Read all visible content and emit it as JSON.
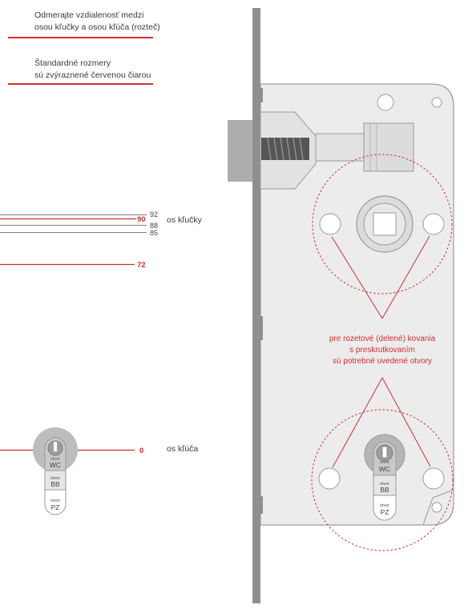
{
  "notes": {
    "measure_line1": "Odmerajte vzdialenosť medzi",
    "measure_line2": "osou kľučky a osou kľúča (rozteč)",
    "standard_line1": "Štandardné rozmery",
    "standard_line2": "sú zvýraznené červenou čiarou"
  },
  "dimensions": {
    "d92": "92",
    "d90": "90",
    "d88": "88",
    "d85": "85",
    "d72": "72",
    "d0": "0",
    "handle_axis_label": "os kľučky",
    "key_axis_label": "os kľúča"
  },
  "keyhole_labels": {
    "wc_small": "otvor",
    "wc": "WC",
    "bb_small": "otvor",
    "bb": "BB",
    "pz_small": "otvor",
    "pz": "PZ"
  },
  "rosette_note": {
    "line1": "pre rozetové (delené) kovania",
    "line2": "s preskrutkovaním",
    "line3": "sú potrebné uvedené otvory"
  },
  "colors": {
    "accent_red": "#d32f2f",
    "dark_gray": "#8f8f8f",
    "plate_fill": "#ececec",
    "body_stroke": "#9a9a9a"
  }
}
